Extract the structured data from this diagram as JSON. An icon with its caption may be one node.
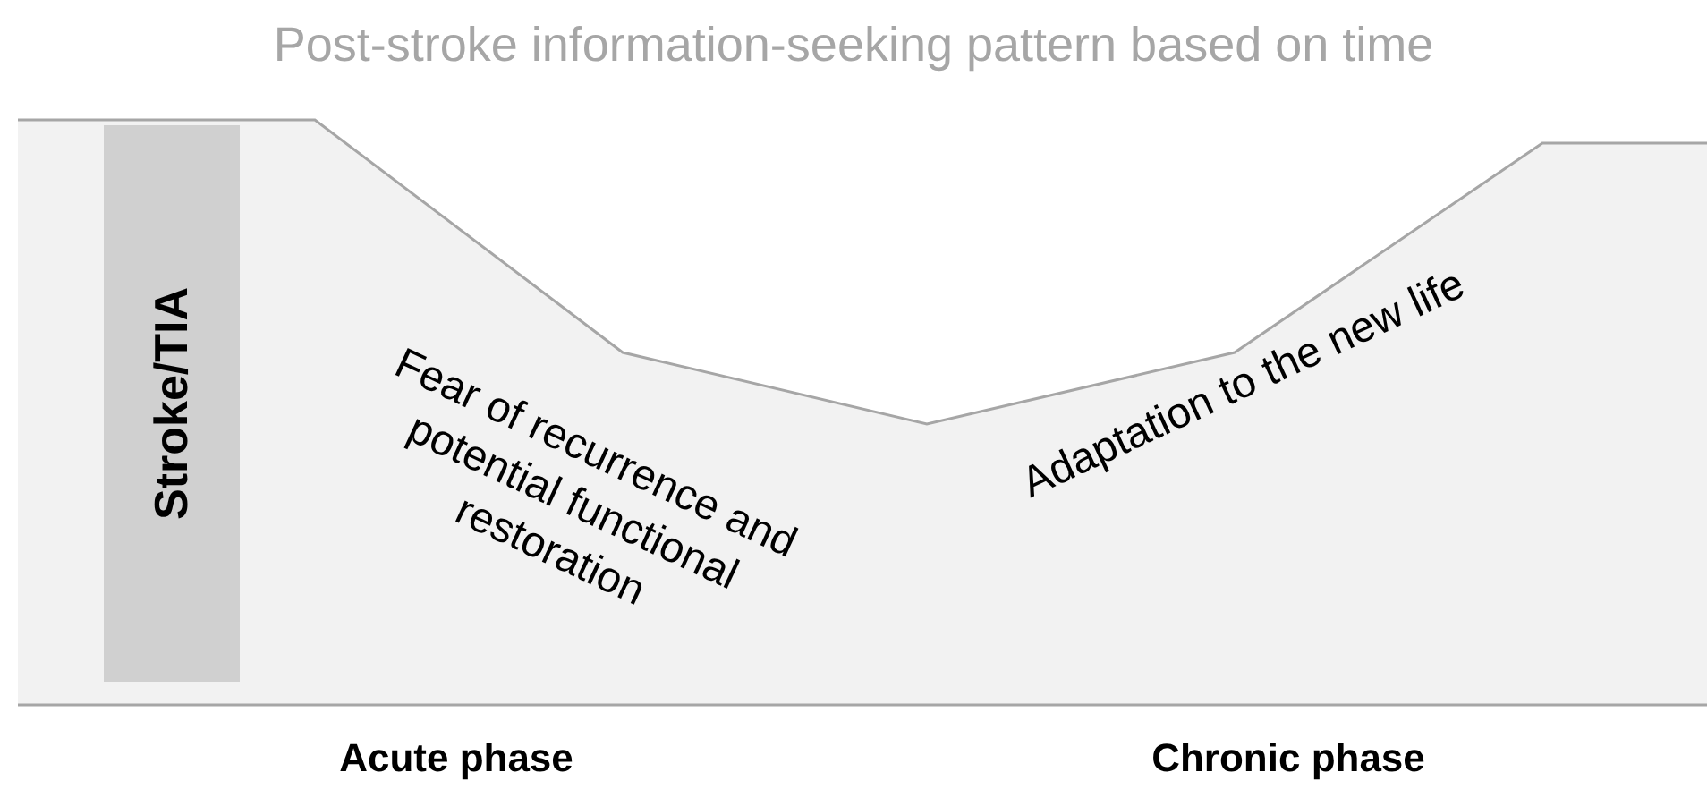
{
  "diagram": {
    "title": "Post-stroke information-seeking pattern based on time",
    "nodes": [
      {
        "text": [
          "Stroke/TIA"
        ]
      }
    ],
    "labels": [
      "Fear of recurrence and potential functional restoration",
      "Adaptation to the new life",
      "Acute phase",
      "Chronic phase"
    ]
  }
}
